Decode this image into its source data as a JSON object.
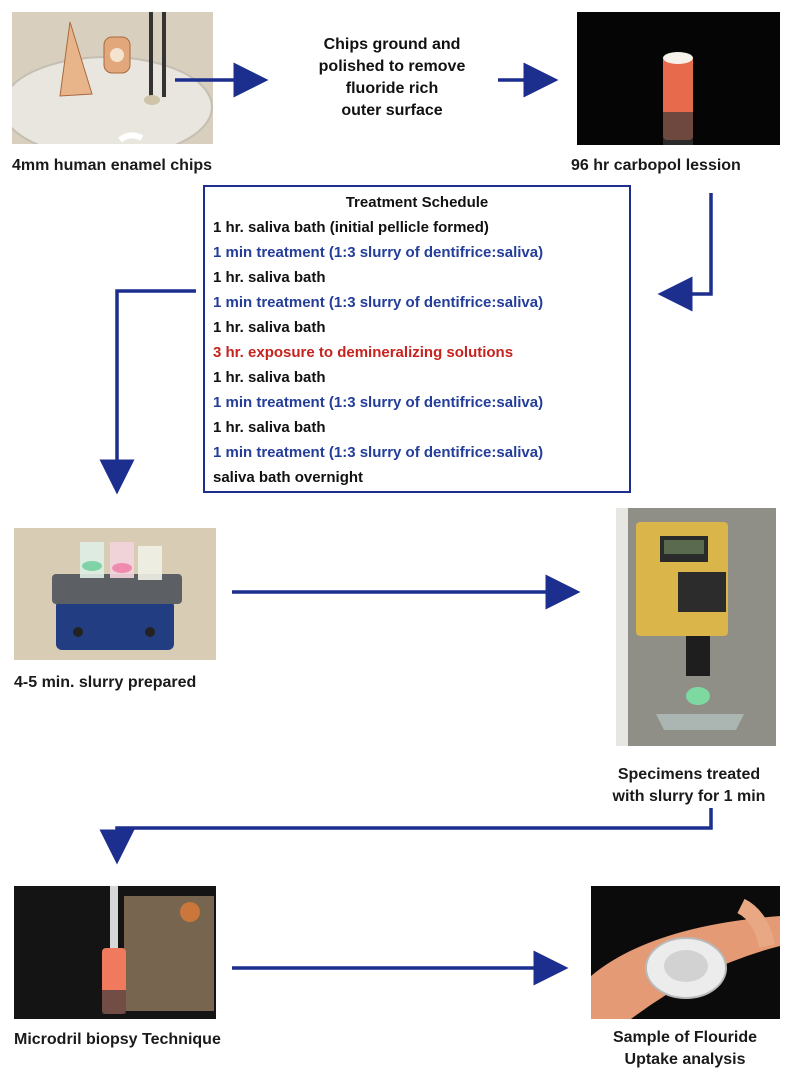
{
  "colors": {
    "arrow": "#1c2f8f",
    "box_border": "#1c2f8f",
    "black_step": "#111111",
    "blue_step": "#233d99",
    "red_step": "#c7231e"
  },
  "captions": {
    "enamel_chips": "4mm human enamel chips",
    "carbopol": "96 hr carbopol lession",
    "slurry_prepared": "4-5 min. slurry prepared",
    "specimens_line1": "Specimens treated",
    "specimens_line2": "with slurry for 1 min",
    "microdril": "Microdril biopsy Technique",
    "sample_line1": "Sample of Flouride",
    "sample_line2": "Uptake analysis"
  },
  "middle_text": [
    "Chips ground and",
    "polished to remove",
    "fluoride rich",
    "outer surface"
  ],
  "schedule": {
    "title": "Treatment Schedule",
    "steps": [
      {
        "text": "1 hr. saliva bath (initial pellicle formed)",
        "color": "black"
      },
      {
        "text": "1 min treatment (1:3 slurry of dentifrice:saliva)",
        "color": "blue"
      },
      {
        "text": "1 hr. saliva bath",
        "color": "black"
      },
      {
        "text": "1 min treatment (1:3 slurry of dentifrice:saliva)",
        "color": "blue"
      },
      {
        "text": "1 hr. saliva bath",
        "color": "black"
      },
      {
        "text": "3 hr. exposure to demineralizing solutions",
        "color": "red"
      },
      {
        "text": "1 hr. saliva bath",
        "color": "black"
      },
      {
        "text": "1 min treatment (1:3 slurry of dentifrice:saliva)",
        "color": "blue"
      },
      {
        "text": "1 hr. saliva bath",
        "color": "black"
      },
      {
        "text": "1 min treatment (1:3 slurry of dentifrice:saliva)",
        "color": "blue"
      },
      {
        "text": "saliva bath overnight",
        "color": "black"
      }
    ]
  }
}
